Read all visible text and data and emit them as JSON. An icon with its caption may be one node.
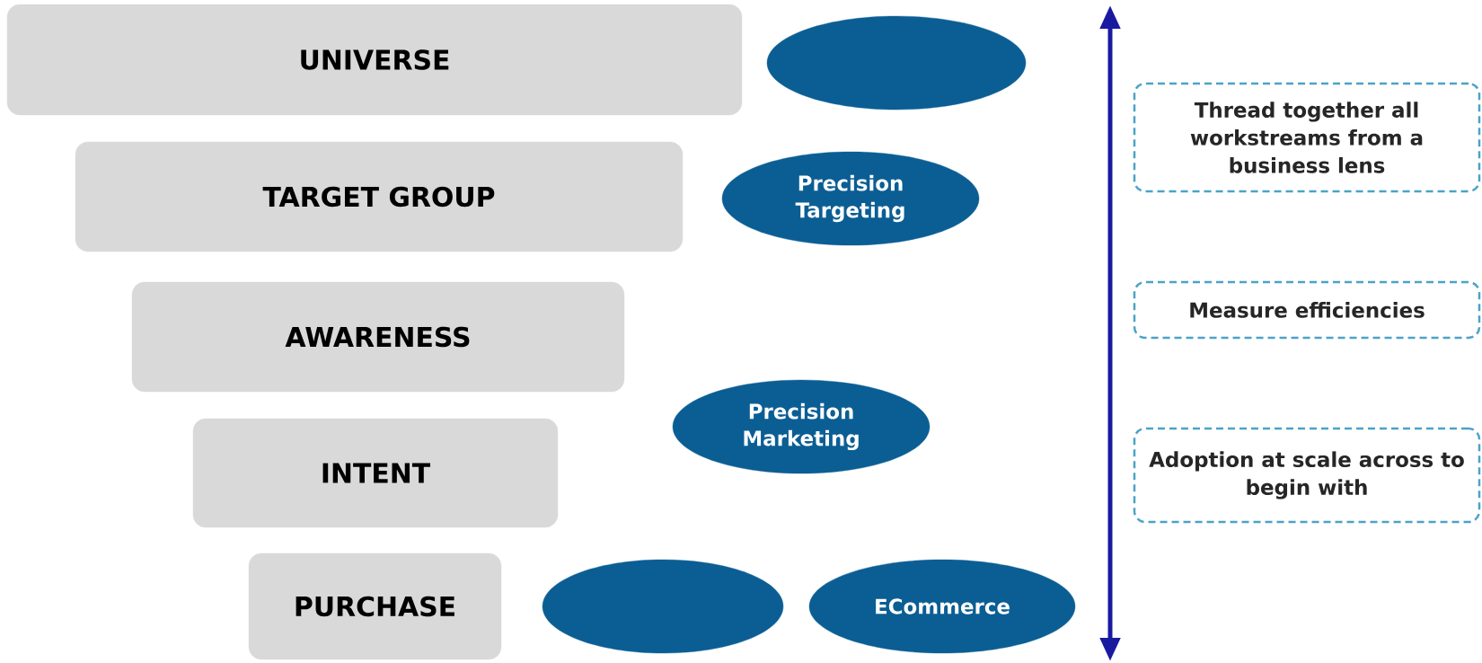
{
  "diagram": {
    "nodes": [
      {
        "text": [
          "UNIVERSE"
        ]
      },
      {
        "text": [
          "TARGET GROUP"
        ]
      },
      {
        "text": [
          "AWARENESS"
        ]
      },
      {
        "text": [
          "INTENT"
        ]
      },
      {
        "text": [
          "PURCHASE"
        ]
      },
      {
        "text": [],
        "shape": "ellipse"
      },
      {
        "text": [
          "Precision Targeting"
        ]
      },
      {
        "text": [
          "Precision Marketing"
        ]
      },
      {
        "text": [],
        "shape": "ellipse"
      },
      {
        "text": [
          "ECommerce"
        ]
      },
      {
        "text": [
          "Thread together all workstreams from a business lens"
        ]
      },
      {
        "text": [
          "Measure efficiencies"
        ]
      },
      {
        "text": [
          "Adoption at scale across to begin with"
        ]
      }
    ]
  }
}
